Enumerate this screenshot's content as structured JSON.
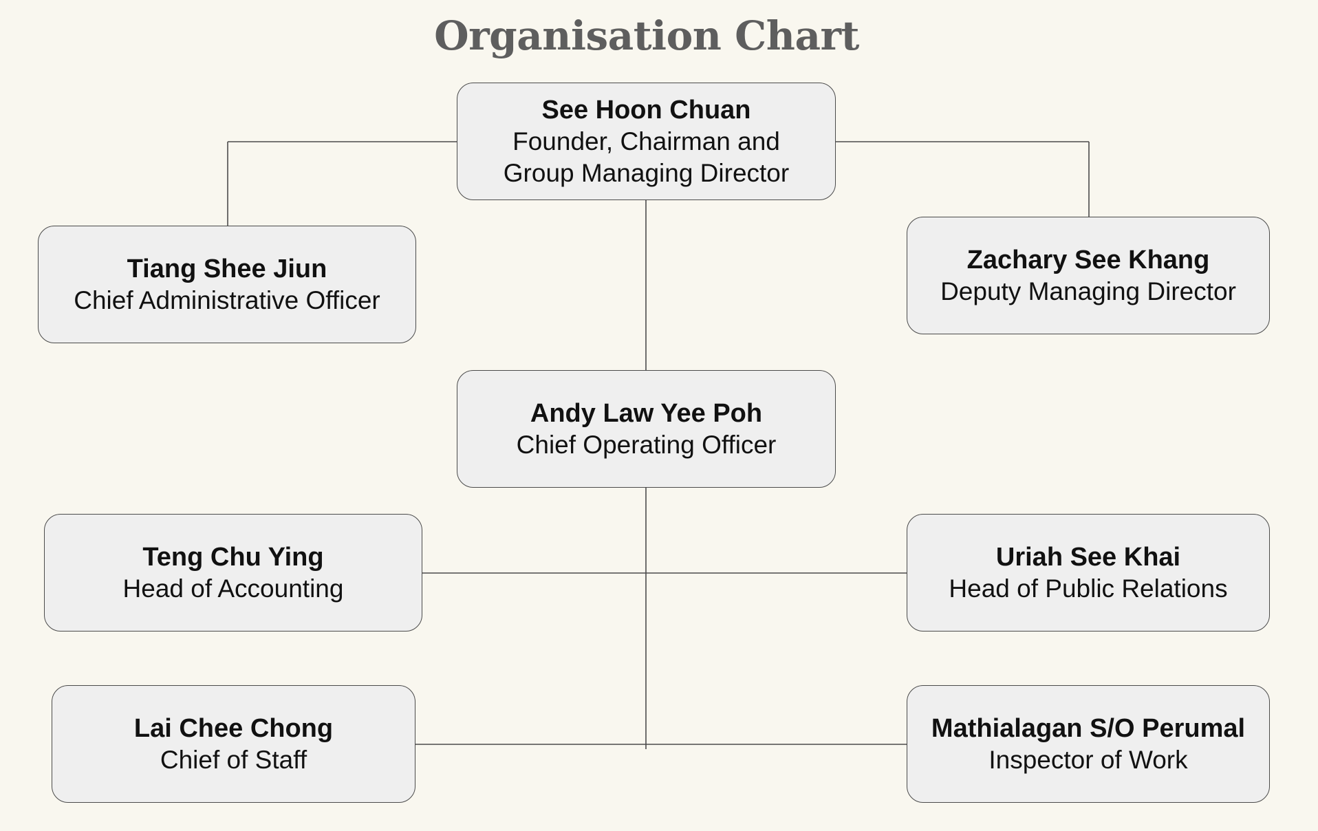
{
  "diagram": {
    "title": "Organisation Chart",
    "nodes": {
      "chairman": {
        "name": "See Hoon Chuan",
        "role_line1": "Founder, Chairman and",
        "role_line2": "Group Managing Director"
      },
      "cao": {
        "name": "Tiang Shee Jiun",
        "role": "Chief Administrative Officer"
      },
      "dmd": {
        "name": "Zachary See Khang",
        "role": "Deputy Managing Director"
      },
      "coo": {
        "name": "Andy Law Yee Poh",
        "role": "Chief Operating Officer"
      },
      "accounting": {
        "name": "Teng Chu Ying",
        "role": "Head of Accounting"
      },
      "public_relations": {
        "name": "Uriah See Khai",
        "role": "Head of Public Relations"
      },
      "staff": {
        "name": "Lai Chee Chong",
        "role": "Chief of Staff"
      },
      "inspector": {
        "name": "Mathialagan S/O Perumal",
        "role": "Inspector of Work"
      }
    },
    "edges": [
      {
        "from": "chairman",
        "to": "cao"
      },
      {
        "from": "chairman",
        "to": "dmd"
      },
      {
        "from": "chairman",
        "to": "coo"
      },
      {
        "from": "coo",
        "to": "accounting"
      },
      {
        "from": "coo",
        "to": "public_relations"
      },
      {
        "from": "coo",
        "to": "staff"
      },
      {
        "from": "coo",
        "to": "inspector"
      }
    ],
    "colors": {
      "background": "#f9f7ef",
      "node_fill": "#efefef",
      "node_border": "#4a4a4a",
      "title": "#5e5e5e",
      "text": "#111111"
    }
  }
}
